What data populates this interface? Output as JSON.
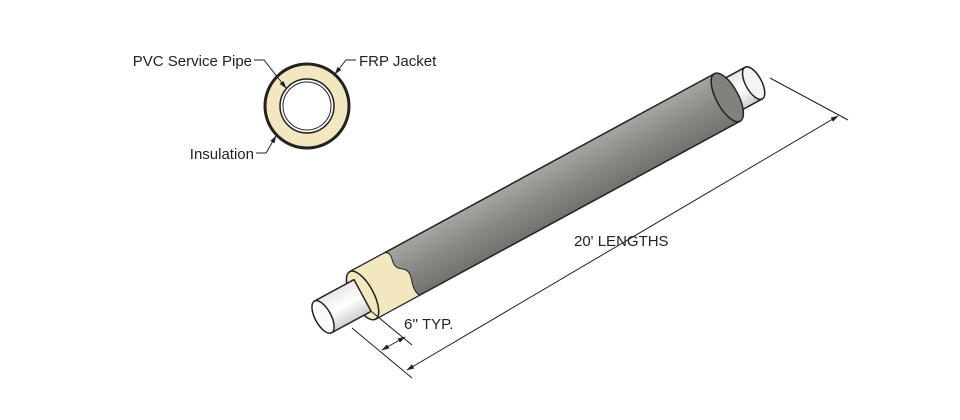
{
  "cross_section": {
    "labels": {
      "service_pipe": "PVC Service Pipe",
      "jacket": "FRP Jacket",
      "insulation": "Insulation"
    }
  },
  "pipe_view": {
    "length_label": "20' LENGTHS",
    "cutback_label": "6'' TYP."
  },
  "colors": {
    "jacket": "#8a8d88",
    "insulation": "#f3e7c0",
    "pipe": "#f4f4f4",
    "outline": "#222222"
  }
}
